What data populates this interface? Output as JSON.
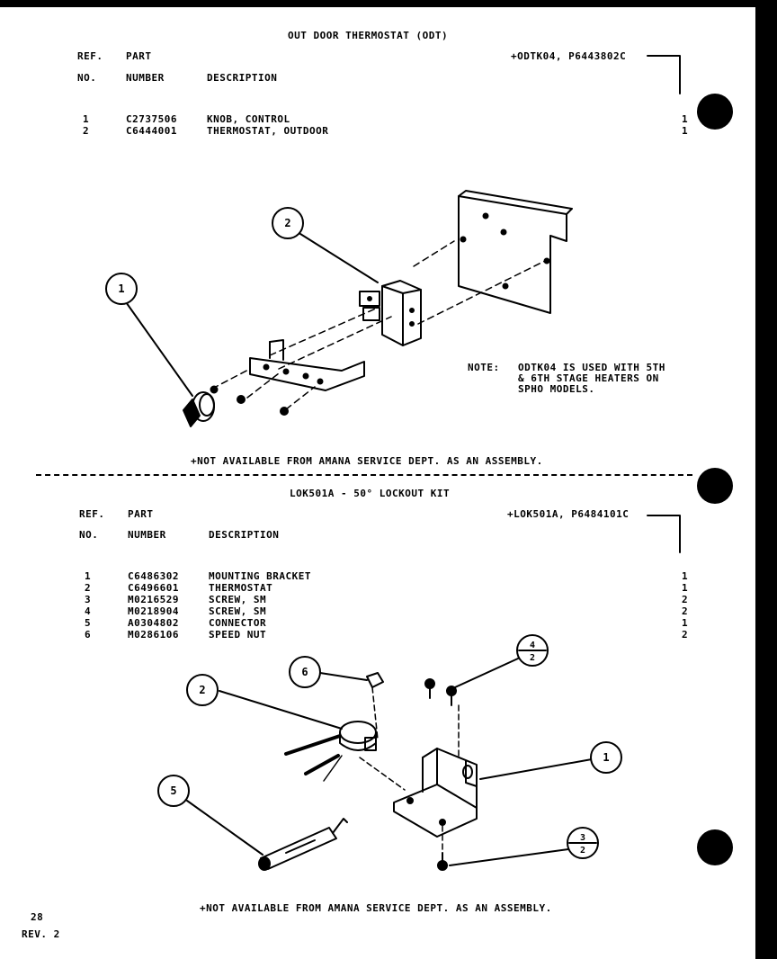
{
  "section1": {
    "title": "OUT DOOR THERMOSTAT (ODT)",
    "kit": "+ODTK04, P6443802C",
    "hdr_ref": "REF.",
    "hdr_no": "NO.",
    "hdr_part": "PART",
    "hdr_number": "NUMBER",
    "hdr_desc": "DESCRIPTION",
    "parts": [
      {
        "ref": "1",
        "number": "C2737506",
        "desc": "KNOB, CONTROL",
        "qty": "1"
      },
      {
        "ref": "2",
        "number": "C6444001",
        "desc": "THERMOSTAT, OUTDOOR",
        "qty": "1"
      }
    ],
    "note_label": "NOTE:",
    "note_lines": [
      "ODTK04 IS USED WITH 5TH",
      "& 6TH STAGE HEATERS ON",
      "SPHO MODELS."
    ],
    "footer": "+NOT AVAILABLE FROM AMANA SERVICE DEPT. AS AN ASSEMBLY."
  },
  "section2": {
    "title": "LOK501A - 50° LOCKOUT KIT",
    "kit": "+LOK501A, P6484101C",
    "hdr_ref": "REF.",
    "hdr_no": "NO.",
    "hdr_part": "PART",
    "hdr_number": "NUMBER",
    "hdr_desc": "DESCRIPTION",
    "parts": [
      {
        "ref": "1",
        "number": "C6486302",
        "desc": "MOUNTING BRACKET",
        "qty": "1"
      },
      {
        "ref": "2",
        "number": "C6496601",
        "desc": "THERMOSTAT",
        "qty": "1"
      },
      {
        "ref": "3",
        "number": "M0216529",
        "desc": "SCREW, SM",
        "qty": "2"
      },
      {
        "ref": "4",
        "number": "M0218904",
        "desc": "SCREW, SM",
        "qty": "2"
      },
      {
        "ref": "5",
        "number": "A0304802",
        "desc": "CONNECTOR",
        "qty": "1"
      },
      {
        "ref": "6",
        "number": "M0286106",
        "desc": "SPEED NUT",
        "qty": "2"
      }
    ],
    "footer": "+NOT AVAILABLE FROM AMANA SERVICE DEPT. AS AN ASSEMBLY."
  },
  "callouts1": [
    "1",
    "2"
  ],
  "callouts2": {
    "c1": "1",
    "c2": "2",
    "c5": "5",
    "c6": "6",
    "c4_top": "4",
    "c4_bot": "2",
    "c3_top": "3",
    "c3_bot": "2"
  },
  "page_number": "28",
  "revision": "REV. 2"
}
